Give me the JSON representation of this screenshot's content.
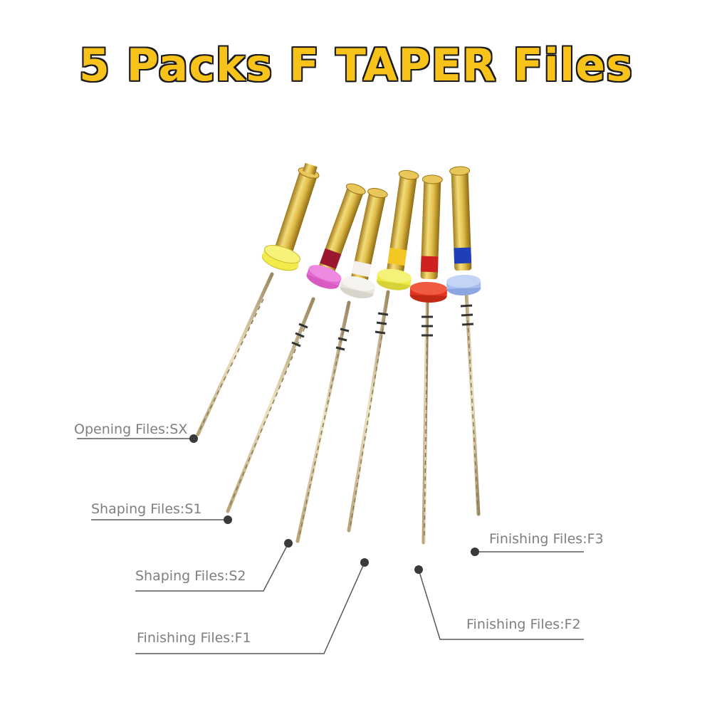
{
  "title": "5 Packs F TAPER Files",
  "labels": {
    "sx": "Opening Files:SX",
    "s1": "Shaping Files:S1",
    "s2": "Shaping Files:S2",
    "f1": "Finishing Files:F1",
    "f2": "Finishing Files:F2",
    "f3": "Finishing Files:F3"
  },
  "colors": {
    "title_fill": "#f7c21a",
    "title_outline": "#1a1a1a",
    "gold": "#d8b23c",
    "sx_ring": "#f2ec4a",
    "s1_band": "#9b1730",
    "s1_ring": "#e36ad0",
    "s2_band": "#f4f1ee",
    "s2_ring": "#e9e6e0",
    "f1_band": "#f3c624",
    "f1_ring": "#eeeb46",
    "f2_band": "#cf1f1f",
    "f2_ring": "#e2361e",
    "f3_band": "#1f3fb8",
    "f3_ring": "#a9bff0",
    "leader_line": "#5a5a5a",
    "dot": "#3a3a3a"
  }
}
